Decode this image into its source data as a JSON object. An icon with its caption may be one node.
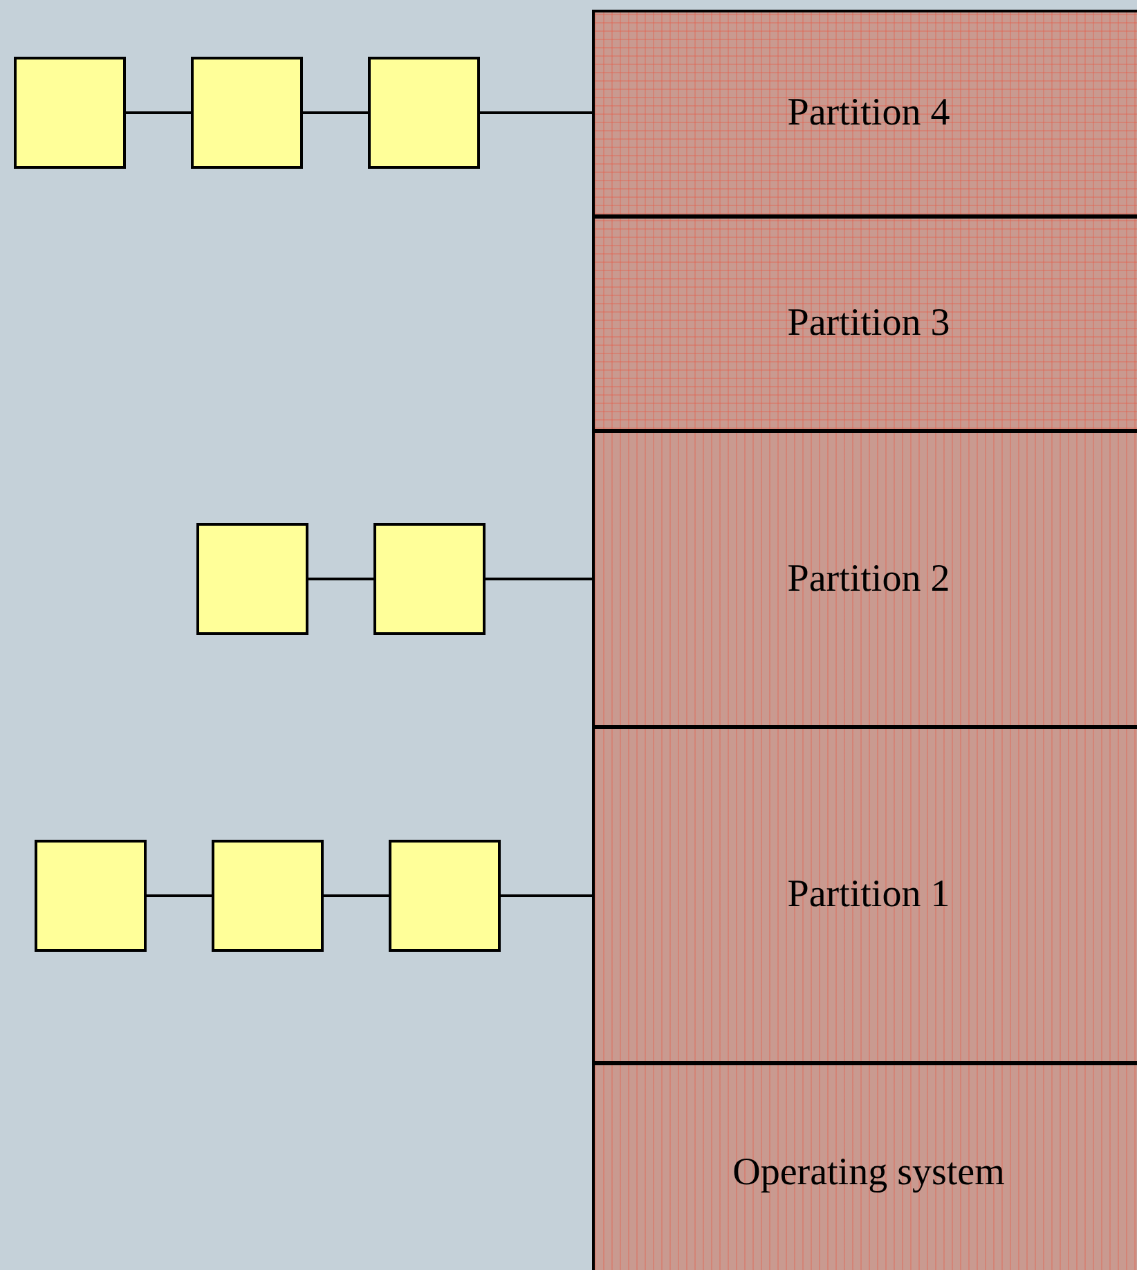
{
  "diagram": {
    "nodes": [
      {
        "text": [],
        "shape": "box"
      },
      {
        "text": [],
        "shape": "box"
      },
      {
        "text": [],
        "shape": "box"
      },
      {
        "text": [
          "Partition 4"
        ]
      },
      {
        "text": [
          "Partition 3"
        ]
      },
      {
        "text": [],
        "shape": "box"
      },
      {
        "text": [],
        "shape": "box"
      },
      {
        "text": [
          "Partition 2"
        ]
      },
      {
        "text": [],
        "shape": "box"
      },
      {
        "text": [],
        "shape": "box"
      },
      {
        "text": [],
        "shape": "box"
      },
      {
        "text": [
          "Partition 1"
        ]
      },
      {
        "text": [
          "Operating system"
        ]
      }
    ],
    "edges": [
      {
        "from": 0,
        "to": 1,
        "arrow": "none"
      },
      {
        "from": 1,
        "to": 2,
        "arrow": "none"
      },
      {
        "from": 2,
        "to": 3,
        "arrow": "none"
      },
      {
        "from": 5,
        "to": 6,
        "arrow": "none"
      },
      {
        "from": 6,
        "to": 7,
        "arrow": "none"
      },
      {
        "from": 8,
        "to": 9,
        "arrow": "none"
      },
      {
        "from": 9,
        "to": 10,
        "arrow": "none"
      },
      {
        "from": 10,
        "to": 11,
        "arrow": "none"
      }
    ]
  }
}
